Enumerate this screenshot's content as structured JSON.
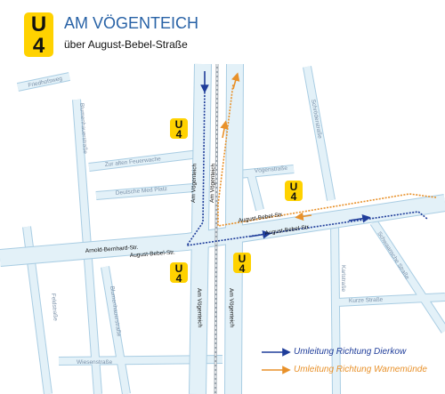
{
  "header": {
    "badge_line1": "U",
    "badge_line2": "4",
    "title": "AM VÖGENTEICH",
    "subtitle": "über August-Bebel-Straße"
  },
  "stop_badges": [
    {
      "line1": "U",
      "line2": "4"
    },
    {
      "line1": "U",
      "line2": "4"
    },
    {
      "line1": "U",
      "line2": "4"
    },
    {
      "line1": "U",
      "line2": "4"
    }
  ],
  "streets": {
    "friedhofsweg": "Friedhofsweg",
    "blumenhauerstrasse_north": "Blumenhauerstraße",
    "zur_alten_feuerwache": "Zur alten Feuerwache",
    "deutsche_med_platz": "Deutsche Med Platz",
    "am_voegenteich_1": "Am Vögenteich",
    "am_voegenteich_2": "Am Vögenteich",
    "am_voegenteich_3": "Am Vögenteich",
    "am_voegenteich_4": "Am Vögenteich",
    "schroederstrasse": "Schröderstraße",
    "voegenstrasse": "Vögenstraße",
    "august_bebel_str_1": "August-Bebel-Str.",
    "august_bebel_str_2": "August-Bebel-Str.",
    "august_bebel_str_3": "August-Bebel-Str.",
    "arnold_bernhard_str": "Arnold-Bernhard-Str.",
    "schwaanschestrasse": "Schwaansche Straße",
    "feldstrasse": "Feldstraße",
    "blumenhauerstrasse_south": "Blumenhauerstraße",
    "karlstrasse": "Karlstraße",
    "kurze_strasse": "Kurze Straße",
    "wiesenstrasse": "Wiesenstraße"
  },
  "legend": {
    "dierkow_label": "Umleitung Richtung Dierkow",
    "dierkow_color": "#1f3d9a",
    "warnemuende_label": "Umleitung Richtung Warnemünde",
    "warnemuende_color": "#e8912a"
  },
  "colors": {
    "street_fill": "#e3f1f8",
    "street_edge": "#a9cde3",
    "badge": "#ffd200",
    "title": "#2862a6"
  }
}
